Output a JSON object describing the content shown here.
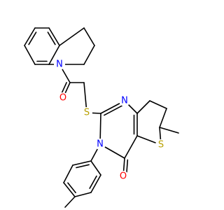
{
  "molecule": {
    "colors": {
      "bond": "#000000",
      "N": "#0000ff",
      "O": "#ff0000",
      "S": "#b8a000",
      "background": "#ffffff"
    },
    "atoms": {
      "n_tetrahydroquinoline": "N",
      "o_carbonyl_linker": "O",
      "s_thioether": "S",
      "n_pyrimidine_top": "N",
      "n_pyrimidine_aryl": "N",
      "s_thiophene": "S",
      "o_carbonyl_ring": "O"
    }
  }
}
